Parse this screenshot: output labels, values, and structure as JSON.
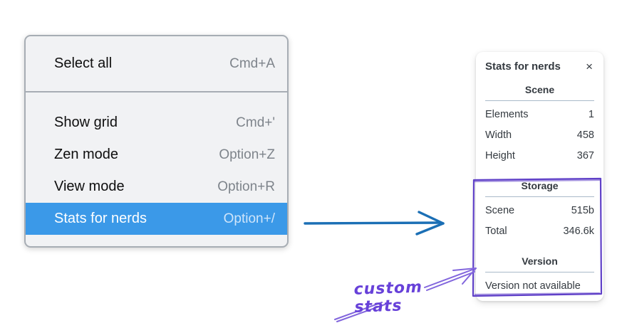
{
  "menu": {
    "items": [
      {
        "label": "Select all",
        "shortcut": "Cmd+A",
        "selected": false
      },
      {
        "label": "Show grid",
        "shortcut": "Cmd+'",
        "selected": false
      },
      {
        "label": "Zen mode",
        "shortcut": "Option+Z",
        "selected": false
      },
      {
        "label": "View mode",
        "shortcut": "Option+R",
        "selected": false
      },
      {
        "label": "Stats for nerds",
        "shortcut": "Option+/",
        "selected": true
      }
    ]
  },
  "stats_panel": {
    "title": "Stats for nerds",
    "close_icon": "×",
    "scene": {
      "heading": "Scene",
      "rows": [
        {
          "label": "Elements",
          "value": "1"
        },
        {
          "label": "Width",
          "value": "458"
        },
        {
          "label": "Height",
          "value": "367"
        }
      ]
    },
    "storage": {
      "heading": "Storage",
      "rows": [
        {
          "label": "Scene",
          "value": "515b"
        },
        {
          "label": "Total",
          "value": "346.6k"
        }
      ]
    },
    "version": {
      "heading": "Version",
      "message": "Version not available"
    }
  },
  "annotations": {
    "custom_stats_label": "custom stats",
    "purple_accent": "#6741d9",
    "arrow_blue": "#1b6fb5",
    "highlight_blue": "#3b99e8"
  }
}
